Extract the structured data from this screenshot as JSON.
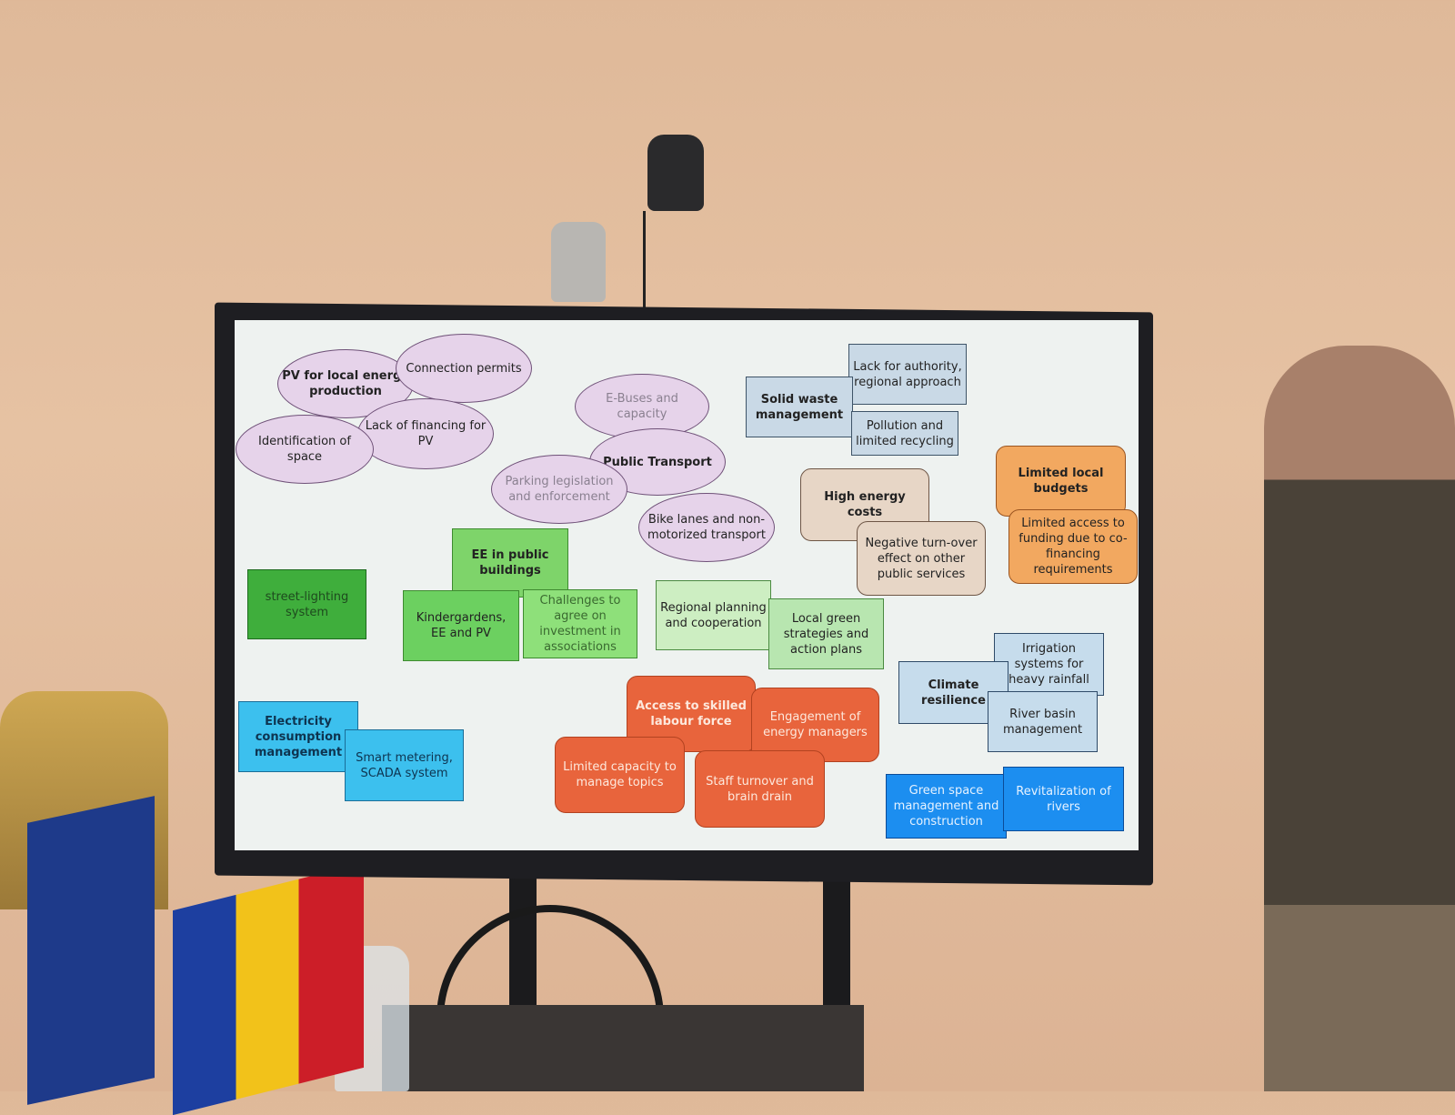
{
  "nodes": [
    {
      "label": "PV for local energy production"
    },
    {
      "label": "Connection permits"
    },
    {
      "label": "Lack of financing for PV"
    },
    {
      "label": "Identification of space"
    },
    {
      "label": "E-Buses and capacity"
    },
    {
      "label": "Public Transport"
    },
    {
      "label": "Parking legislation and enforcement"
    },
    {
      "label": "Bike lanes and non-motorized transport"
    },
    {
      "label": "Lack for authority, regional approach"
    },
    {
      "label": "Solid waste management"
    },
    {
      "label": "Pollution and limited recycling"
    },
    {
      "label": "High energy costs"
    },
    {
      "label": "Negative turn-over effect on other public services"
    },
    {
      "label": "Limited local budgets"
    },
    {
      "label": "Limited access to funding due to co-financing requirements"
    },
    {
      "label": "EE in public buildings"
    },
    {
      "label": "Kindergardens, EE and PV"
    },
    {
      "label": "Challenges to agree on investment in associations"
    },
    {
      "label": "street-lighting system"
    },
    {
      "label": "Regional planning and cooperation"
    },
    {
      "label": "Local green strategies and action plans"
    },
    {
      "label": "Access to skilled labour force"
    },
    {
      "label": "Engagement of energy managers"
    },
    {
      "label": "Limited capacity to manage topics"
    },
    {
      "label": "Staff turnover and brain drain"
    },
    {
      "label": "Electricity consumption management"
    },
    {
      "label": "Smart metering, SCADA system"
    },
    {
      "label": "Irrigation systems for heavy rainfall"
    },
    {
      "label": "Climate resilience"
    },
    {
      "label": "River basin management"
    },
    {
      "label": "Green space management and construction"
    },
    {
      "label": "Revitalization of rivers"
    }
  ],
  "palette": {
    "energy": "#e6d3ea",
    "waste": "#c9d9e6",
    "costs": "#e7d6c6",
    "budget": "#f2a860",
    "buildings": "#7ed46a",
    "capacity": "#e8643c",
    "electricity": "#3cc0ee",
    "climate": "#c6dcec",
    "green": "#1c8ef0"
  }
}
